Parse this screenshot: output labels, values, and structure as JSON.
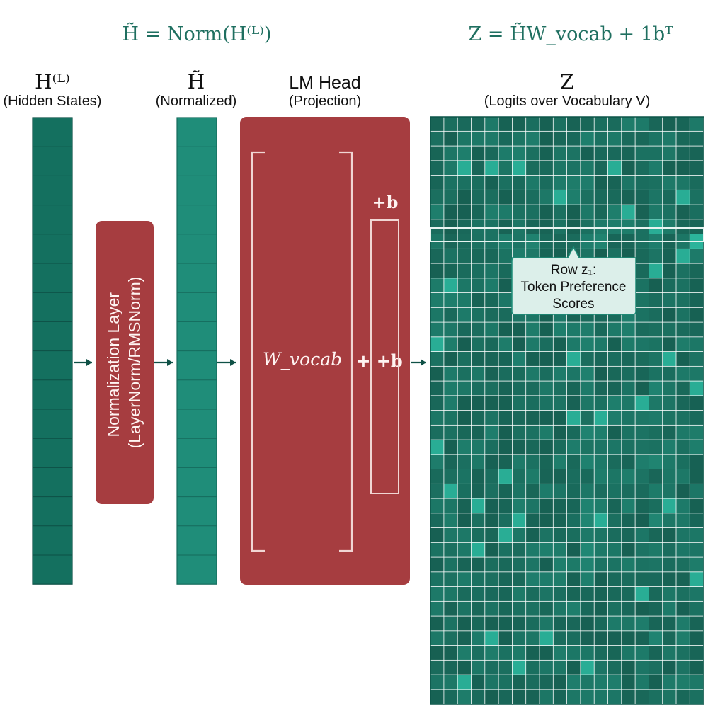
{
  "equations": {
    "left": "H̃ = Norm(H⁽ᴸ⁾)",
    "right": "Z = H̃W_vocab + 1bᵀ"
  },
  "columns": {
    "hidden": {
      "symbol": "H⁽ᴸ⁾",
      "caption": "(Hidden States)"
    },
    "normalized": {
      "symbol": "H̃",
      "caption": "(Normalized)"
    },
    "lm_head": {
      "title": "LM Head",
      "caption": "(Projection)"
    },
    "logits": {
      "symbol": "Z",
      "caption": "(Logits over Vocabulary V)"
    }
  },
  "norm_layer": {
    "line1": "Normalization Layer",
    "line2": "(LayerNorm/RMSNorm)"
  },
  "projection": {
    "matrix_label": "W_vocab",
    "bias_label": "+b",
    "inline_bias": "+ +b"
  },
  "callout": {
    "line1": "Row z₁:",
    "line2": "Token Preference",
    "line3": "Scores"
  },
  "colors": {
    "teal_dark": "#14705f",
    "teal_mid": "#1f8d79",
    "red": "#a63d40",
    "callout_bg": "#dcefea"
  },
  "icons": {
    "arrow": "arrow-right-icon"
  }
}
